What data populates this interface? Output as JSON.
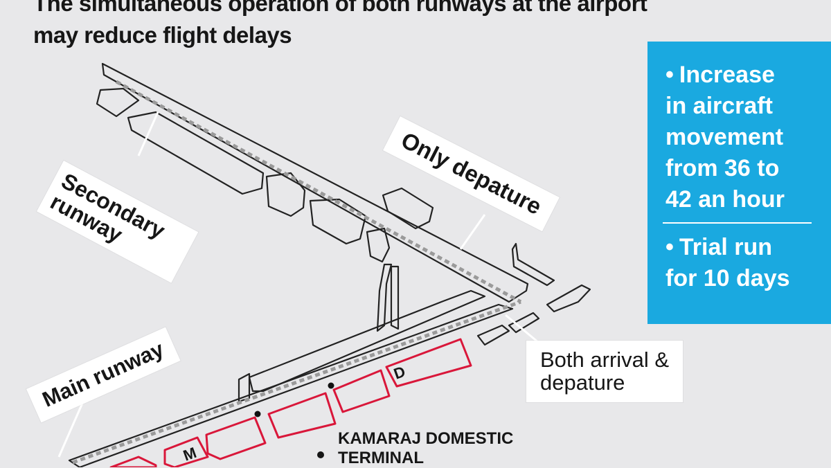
{
  "headline": {
    "line1": "The simultaneous operation of both runways at the airport",
    "line2": "may reduce flight delays"
  },
  "labels": {
    "secondary_runway": [
      "Secondary",
      "runway"
    ],
    "only_departure": "Only depature",
    "main_runway": "Main runway",
    "both": [
      "Both arrival &",
      "depature"
    ]
  },
  "terminal": {
    "line1": "KAMARAJ DOMESTIC",
    "line2": "TERMINAL"
  },
  "markers": {
    "domestic": "M",
    "international": "D"
  },
  "factbox": {
    "bullet": "•",
    "item1": [
      "Increase",
      "in aircraft",
      "movement",
      "from 36 to",
      "42 an hour"
    ],
    "item2": [
      "Trial run",
      "for 10 days"
    ]
  },
  "colors": {
    "background": "#e8e8ea",
    "fact_box": "#1aa9e0",
    "terminal_outline": "#d9173a",
    "runway_dash": "#999999"
  }
}
